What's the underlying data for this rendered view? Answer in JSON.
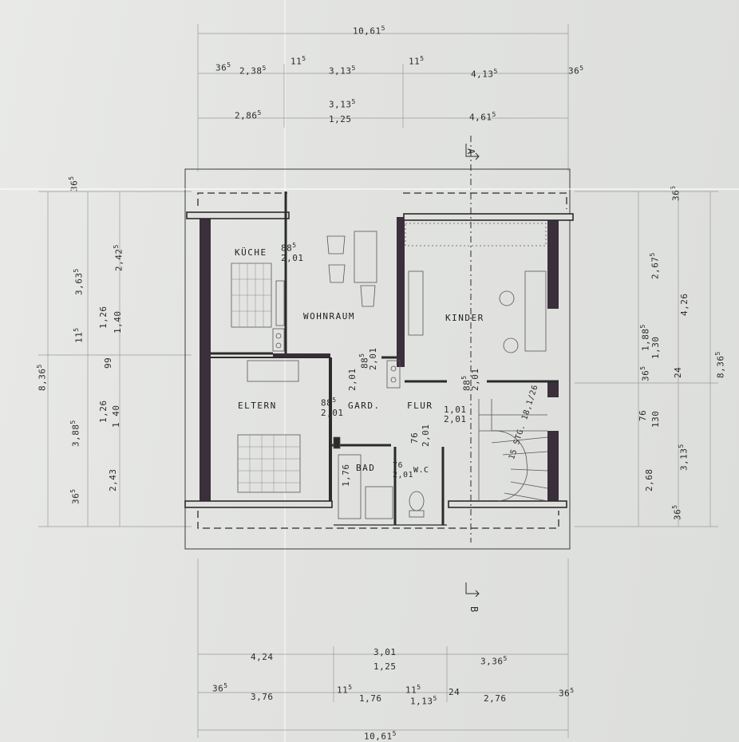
{
  "top_dims": {
    "overall": "10,61",
    "overall_sup": "5",
    "row1": [
      {
        "t": "36",
        "s": "5"
      },
      {
        "t": "2,38",
        "s": "5"
      },
      {
        "t": "11",
        "s": "5"
      },
      {
        "t": "3,13",
        "s": "5"
      },
      {
        "t": "11",
        "s": "5"
      },
      {
        "t": "4,13",
        "s": "5"
      },
      {
        "t": "36",
        "s": "5"
      }
    ],
    "row2": [
      {
        "t": "2,86",
        "s": "5"
      },
      {
        "t": "3,13",
        "s": "5"
      },
      {
        "t": "1,25",
        "s": ""
      },
      {
        "t": "4,61",
        "s": "5"
      }
    ]
  },
  "bottom_dims": {
    "row1": [
      {
        "t": "4,24",
        "s": ""
      },
      {
        "t": "3,01",
        "s": ""
      },
      {
        "t": "1,25",
        "s": ""
      },
      {
        "t": "3,36",
        "s": "5"
      }
    ],
    "row2": [
      {
        "t": "36",
        "s": "5"
      },
      {
        "t": "3,76",
        "s": ""
      },
      {
        "t": "11",
        "s": "5"
      },
      {
        "t": "1,76",
        "s": ""
      },
      {
        "t": "11",
        "s": "5"
      },
      {
        "t": "1,13",
        "s": "5"
      },
      {
        "t": "24",
        "s": ""
      },
      {
        "t": "2,76",
        "s": ""
      },
      {
        "t": "36",
        "s": "5"
      }
    ],
    "overall": "10,61",
    "overall_sup": "5"
  },
  "left_dims": [
    {
      "t": "36",
      "s": "5"
    },
    {
      "t": "3,63",
      "s": "5"
    },
    {
      "t": "2,42",
      "s": "5"
    },
    {
      "t": "11",
      "s": "5"
    },
    {
      "t": "1,26",
      "s": ""
    },
    {
      "t": "1,40",
      "s": ""
    },
    {
      "t": "99",
      "s": ""
    },
    {
      "t": "1,26",
      "s": ""
    },
    {
      "t": "1 40",
      "s": ""
    },
    {
      "t": "3,88",
      "s": "5"
    },
    {
      "t": "2,43",
      "s": ""
    },
    {
      "t": "36",
      "s": "5"
    },
    {
      "t": "8,36",
      "s": "5"
    }
  ],
  "right_dims": [
    {
      "t": "36",
      "s": "5"
    },
    {
      "t": "2,67",
      "s": "5"
    },
    {
      "t": "4,26",
      "s": ""
    },
    {
      "t": "36",
      "s": "5"
    },
    {
      "t": "1,88",
      "s": "5"
    },
    {
      "t": "1,30",
      "s": ""
    },
    {
      "t": "24",
      "s": ""
    },
    {
      "t": "8,36",
      "s": "5"
    },
    {
      "t": "76",
      "s": ""
    },
    {
      "t": "130",
      "s": ""
    },
    {
      "t": "2,68",
      "s": ""
    },
    {
      "t": "3,13",
      "s": "5"
    },
    {
      "t": "36",
      "s": "5"
    }
  ],
  "rooms": {
    "kueche": "KÜCHE",
    "wohnraum": "WOHNRAUM",
    "kinder": "KINDER",
    "eltern": "ELTERN",
    "gard": "GARD.",
    "flur": "FLUR",
    "bad": "BAD",
    "wc": "W.C"
  },
  "doors": [
    {
      "t": "88",
      "s": "5",
      "b": "2,01"
    },
    {
      "t": "88",
      "s": "5",
      "b": "2,01"
    },
    {
      "t": "88",
      "s": "5",
      "b": "2,01"
    },
    {
      "t": "88",
      "s": "5",
      "b": "2,01"
    },
    {
      "t": "1,01",
      "s": "",
      "b": "2,01"
    },
    {
      "t": "76",
      "s": "",
      "b": "2,01"
    },
    {
      "t": "76",
      "s": "",
      "b": "2,01"
    },
    {
      "t": "1,76",
      "s": "",
      "b": ""
    }
  ],
  "stair": "15 STG. 18,1/26",
  "section": {
    "a": "A",
    "b": "B"
  }
}
